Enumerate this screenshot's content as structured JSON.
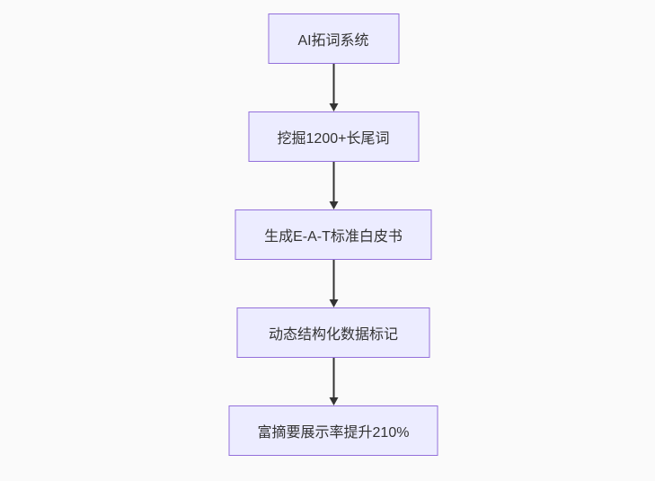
{
  "diagram": {
    "type": "flowchart-top-down",
    "background_color": "#fafafa",
    "node_fill_color": "#ECECFF",
    "node_border_color": "#9370DB",
    "text_color": "#333333",
    "arrow_color": "#333333",
    "nodes": [
      {
        "id": "node-1",
        "label": "AI拓词系统"
      },
      {
        "id": "node-2",
        "label": "挖掘1200+长尾词"
      },
      {
        "id": "node-3",
        "label": "生成E-A-T标准白皮书"
      },
      {
        "id": "node-4",
        "label": "动态结构化数据标记"
      },
      {
        "id": "node-5",
        "label": "富摘要展示率提升210%"
      }
    ],
    "edges": [
      {
        "from": "node-1",
        "to": "node-2"
      },
      {
        "from": "node-2",
        "to": "node-3"
      },
      {
        "from": "node-3",
        "to": "node-4"
      },
      {
        "from": "node-4",
        "to": "node-5"
      }
    ]
  }
}
